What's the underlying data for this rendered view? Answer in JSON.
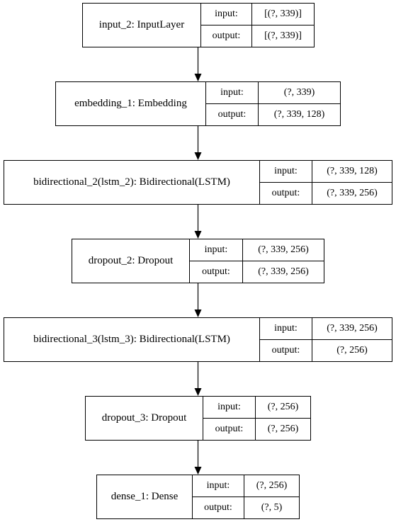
{
  "nodes": [
    {
      "name": "input_2: InputLayer",
      "input_label": "input:",
      "output_label": "output:",
      "input": "[(?, 339)]",
      "output": "[(?, 339)]"
    },
    {
      "name": "embedding_1: Embedding",
      "input_label": "input:",
      "output_label": "output:",
      "input": "(?, 339)",
      "output": "(?, 339, 128)"
    },
    {
      "name": "bidirectional_2(lstm_2): Bidirectional(LSTM)",
      "input_label": "input:",
      "output_label": "output:",
      "input": "(?, 339, 128)",
      "output": "(?, 339, 256)"
    },
    {
      "name": "dropout_2: Dropout",
      "input_label": "input:",
      "output_label": "output:",
      "input": "(?, 339, 256)",
      "output": "(?, 339, 256)"
    },
    {
      "name": "bidirectional_3(lstm_3): Bidirectional(LSTM)",
      "input_label": "input:",
      "output_label": "output:",
      "input": "(?, 339, 256)",
      "output": "(?, 256)"
    },
    {
      "name": "dropout_3: Dropout",
      "input_label": "input:",
      "output_label": "output:",
      "input": "(?, 256)",
      "output": "(?, 256)"
    },
    {
      "name": "dense_1: Dense",
      "input_label": "input:",
      "output_label": "output:",
      "input": "(?, 256)",
      "output": "(?, 5)"
    }
  ],
  "edges": [
    [
      0,
      1
    ],
    [
      1,
      2
    ],
    [
      2,
      3
    ],
    [
      3,
      4
    ],
    [
      4,
      5
    ],
    [
      5,
      6
    ]
  ]
}
